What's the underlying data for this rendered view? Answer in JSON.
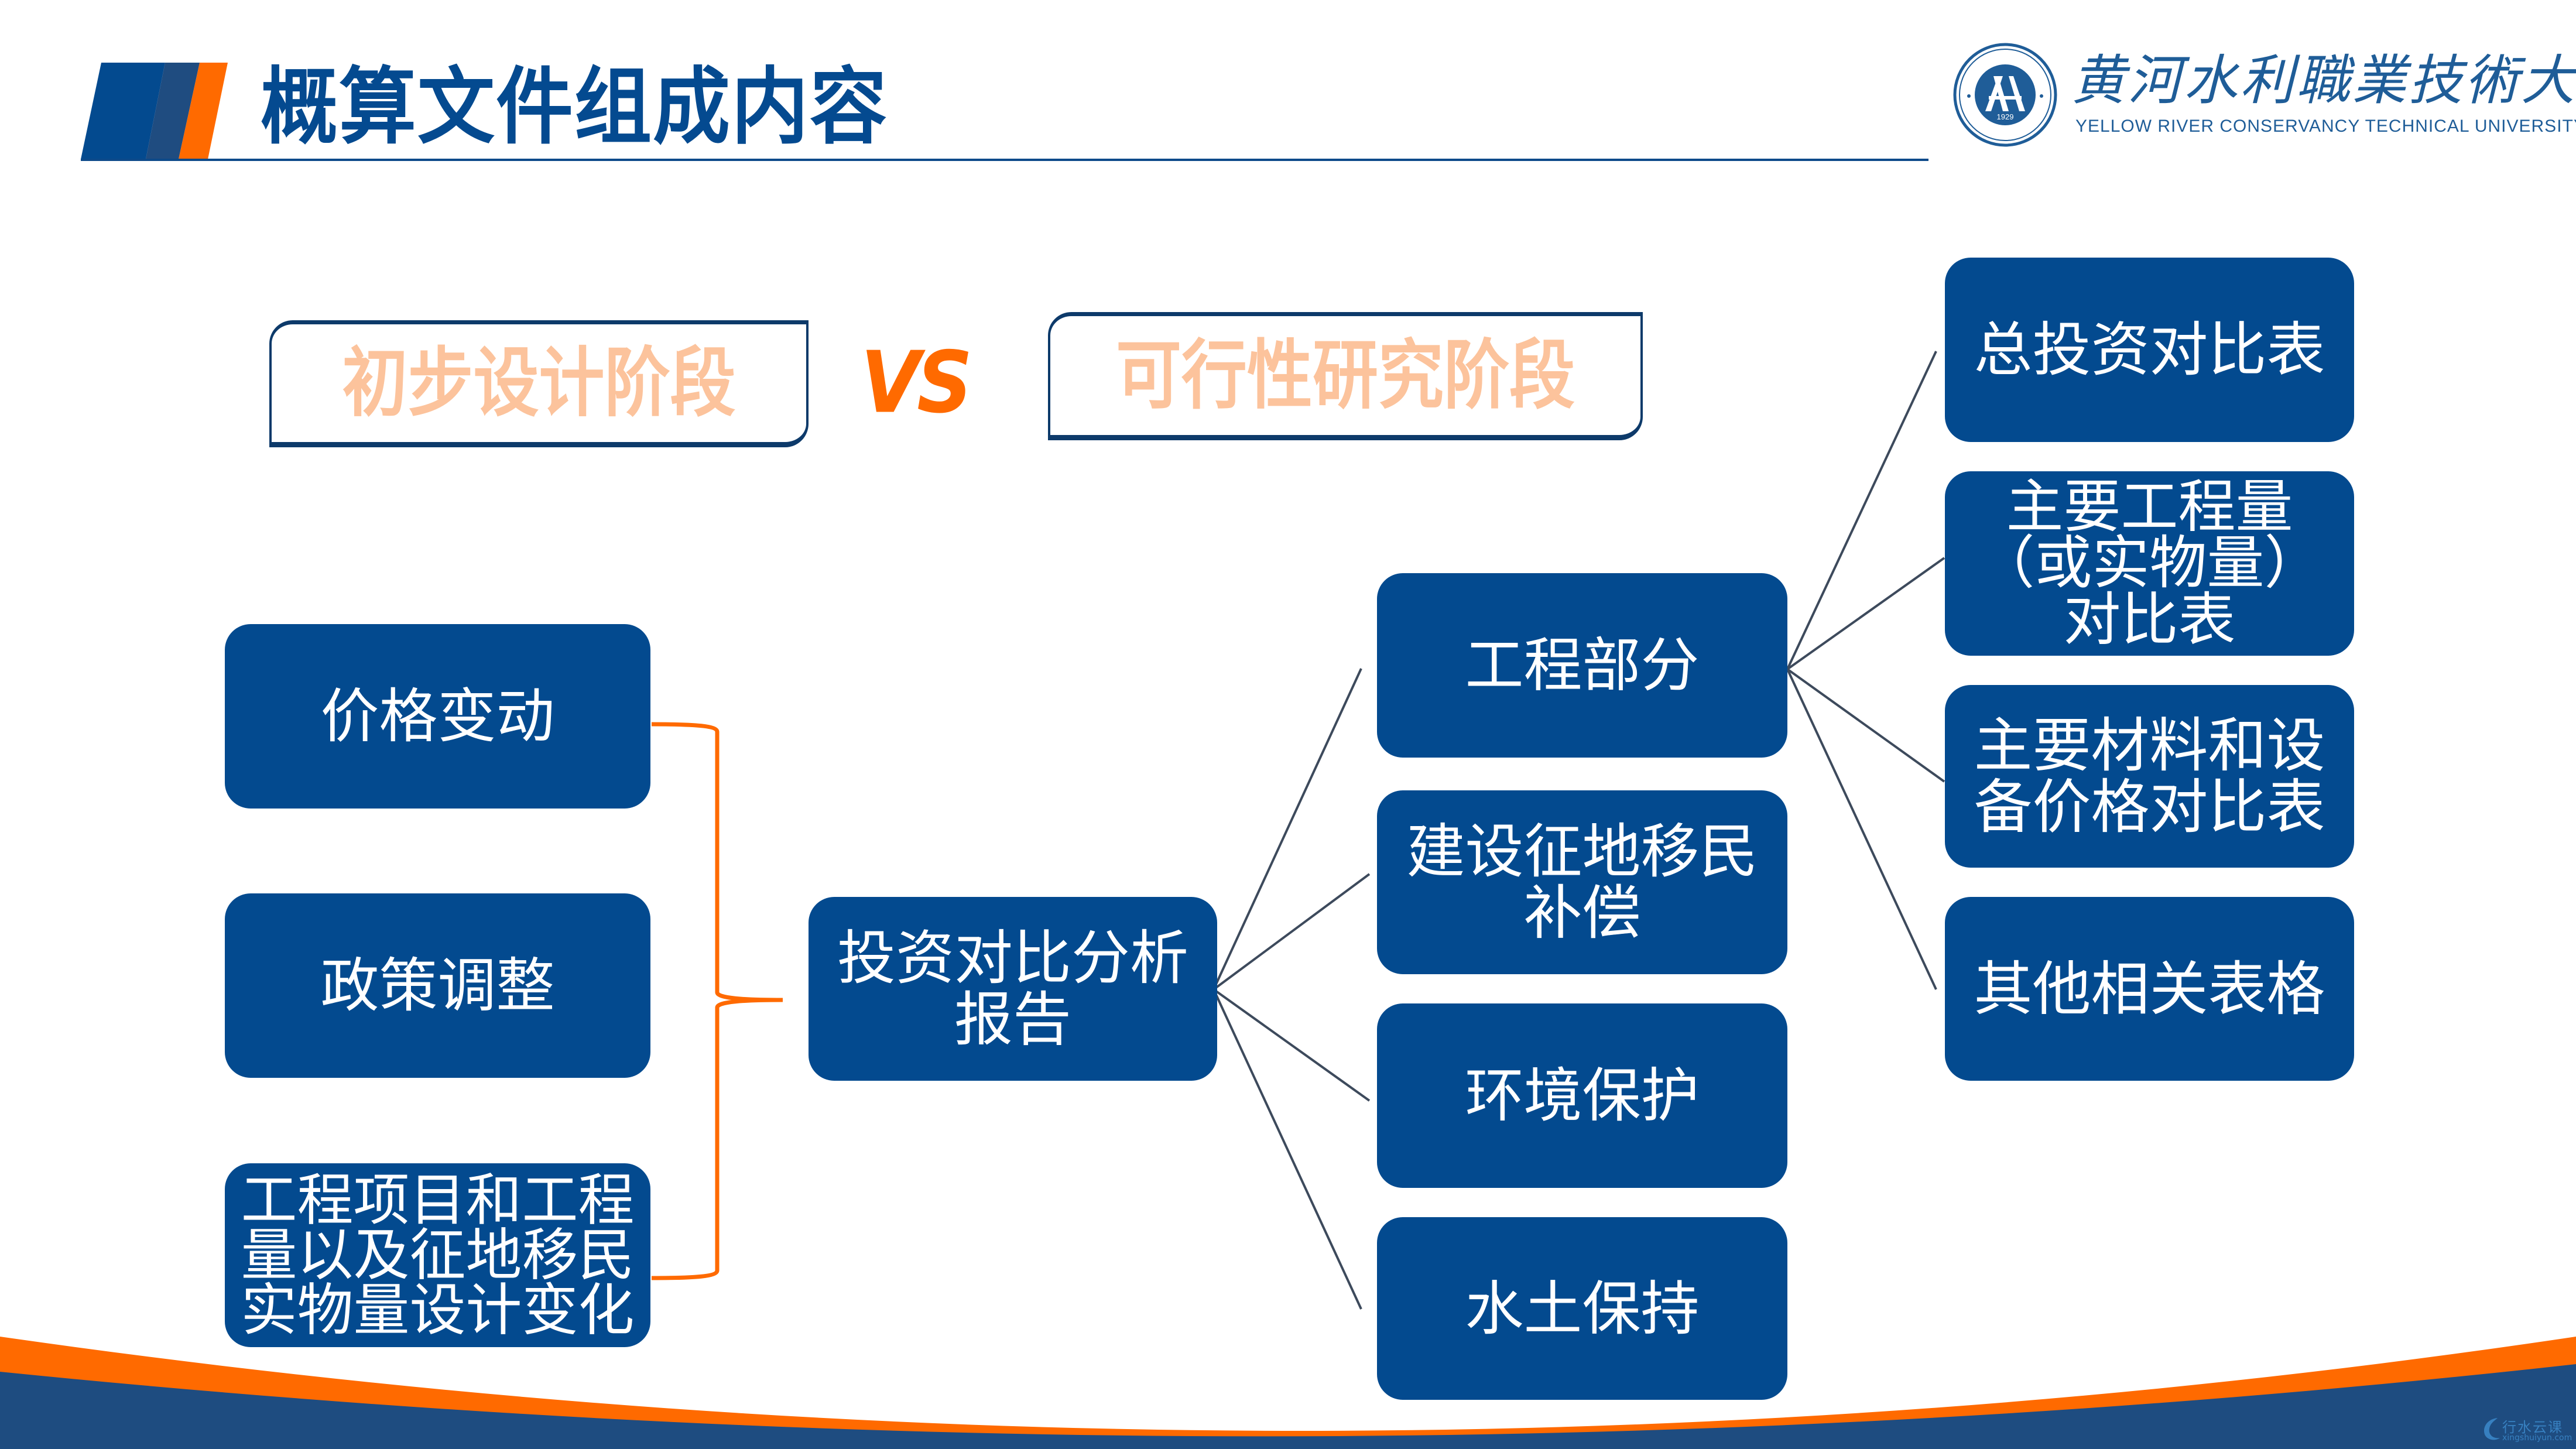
{
  "header": {
    "title": "概算文件组成内容",
    "logo": {
      "seal_year": "1929",
      "name_cn": "黄河水利職業技術大學",
      "name_en": "YELLOW RIVER CONSERVANCY TECHNICAL UNIVERSITY"
    }
  },
  "comparison": {
    "left_stage": "初步设计阶段",
    "vs": "VS",
    "right_stage": "可行性研究阶段"
  },
  "causes": [
    {
      "label": "价格变动"
    },
    {
      "label": "政策调整"
    },
    {
      "label": "工程项目和工程\n量以及征地移民\n实物量设计变化"
    }
  ],
  "center": {
    "label": "投资对比分析\n报告"
  },
  "parts": [
    {
      "label": "工程部分"
    },
    {
      "label": "建设征地移民\n补偿"
    },
    {
      "label": "环境保护"
    },
    {
      "label": "水土保持"
    }
  ],
  "tables": [
    {
      "label": "总投资对比表"
    },
    {
      "label": "主要工程量\n（或实物量）\n对比表"
    },
    {
      "label": "主要材料和设\n备价格对比表"
    },
    {
      "label": "其他相关表格"
    }
  ],
  "watermark": {
    "name_cn": "行水云课",
    "url": "xingshuiyun.com"
  },
  "colors": {
    "brand_blue": "#034a8f",
    "dark_navy": "#0d3a6a",
    "accent_orange": "#ff6a00",
    "stage_text_peach": "#fcc39c",
    "connector_gray": "#3d4a5c",
    "footer_blue": "#1e4c80"
  }
}
